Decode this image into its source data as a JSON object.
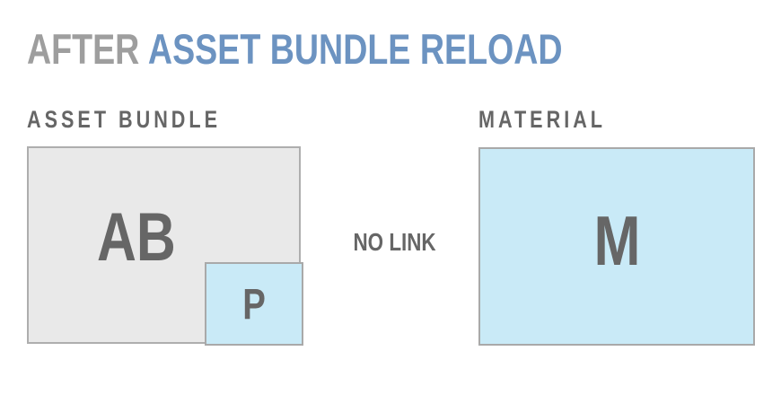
{
  "title": {
    "prefix": "AFTER",
    "highlight": "ASSET BUNDLE RELOAD"
  },
  "asset_bundle": {
    "label": "ASSET BUNDLE",
    "letter": "AB"
  },
  "prefab": {
    "letter": "P"
  },
  "link": {
    "status": "NO LINK"
  },
  "material": {
    "label": "MATERIAL",
    "letter": "M"
  },
  "colors": {
    "title-prefix": "#9e9e9e",
    "title-highlight": "#6c93c1",
    "diagram-text": "#666666",
    "bundle-fill": "#e9e9e9",
    "bundle-border": "#aeaeae",
    "blue-fill": "#c9eaf7",
    "blue-border": "#a9a9a9",
    "page-bg": "#ffffff"
  }
}
